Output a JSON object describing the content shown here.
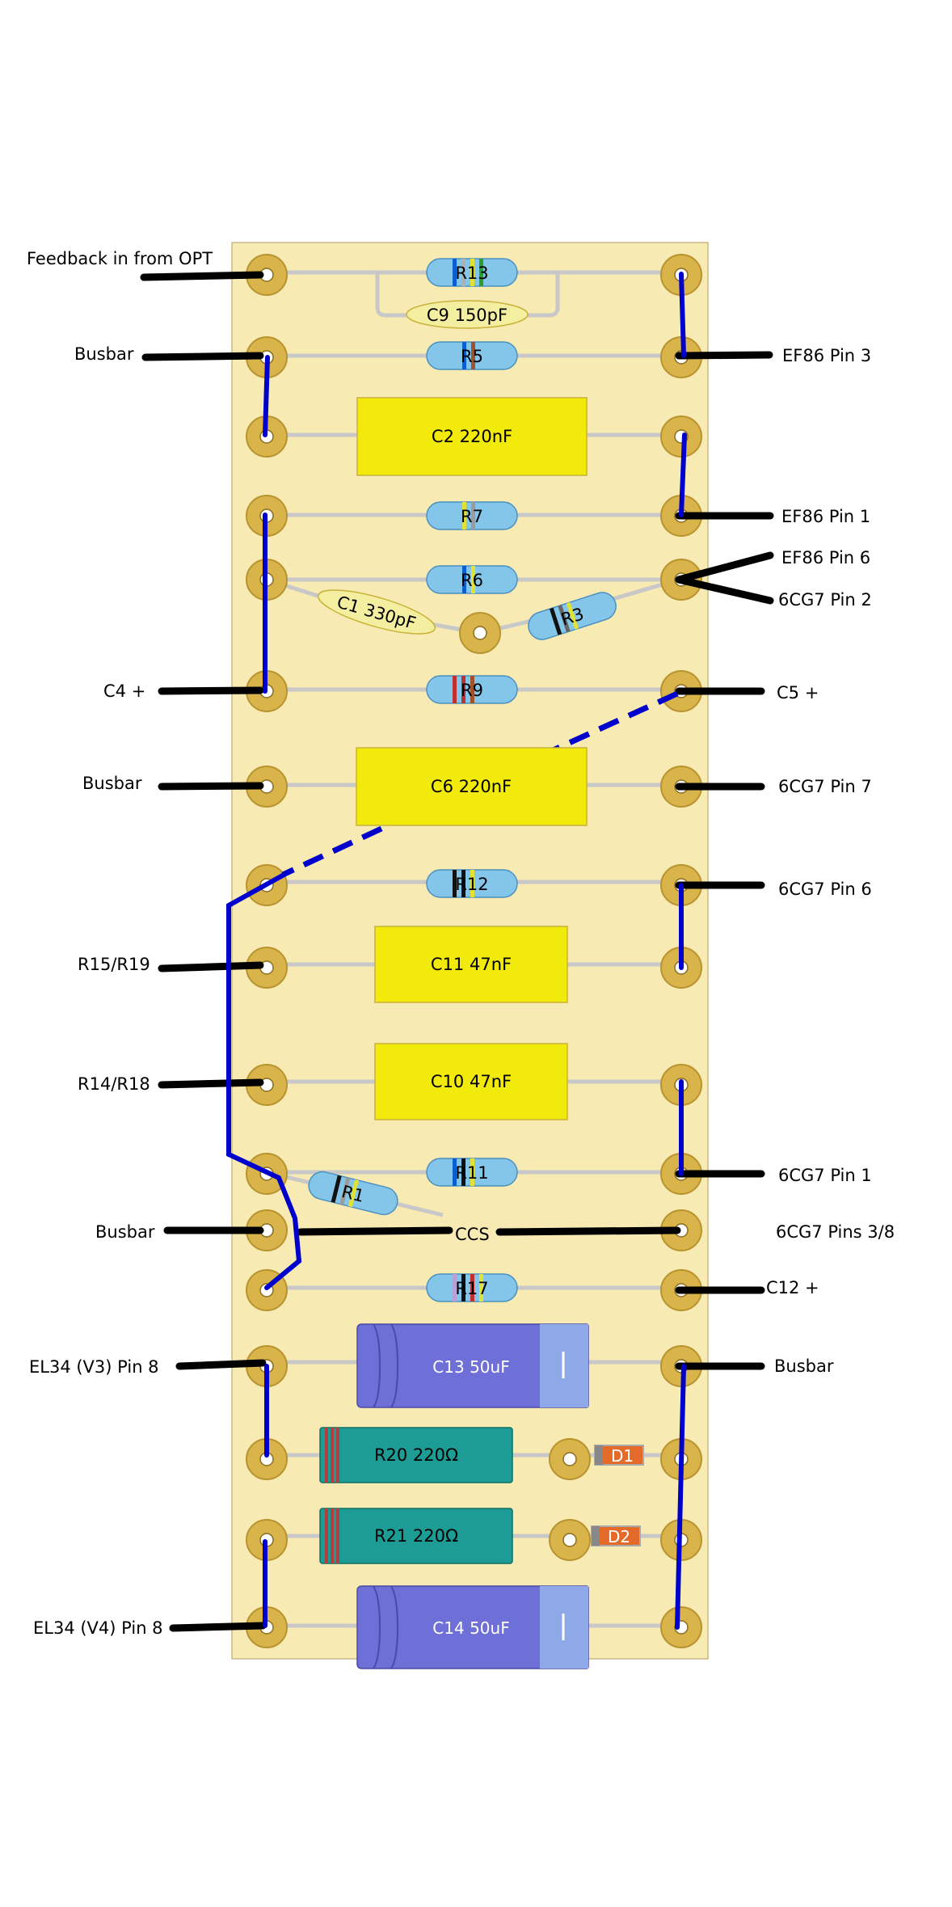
{
  "colors": {
    "board": "#f7eab3",
    "board_border": "#c8b98a",
    "pad": "#d9b44a",
    "pad_edge": "#b8932e",
    "wire": "#0000cc",
    "external_lead": "#000000",
    "lead": "#c8c8c8",
    "resistor_body": "#84c5ea",
    "film_cap": "#f2ea0a",
    "disc_cap": "#f4efa0",
    "electrolytic": "#6f6fd8",
    "power_resistor": "#1c9c94",
    "diode": "#e46a2a"
  },
  "left_labels": [
    {
      "id": "feedback",
      "text": "Feedback in from OPT"
    },
    {
      "id": "busbar1",
      "text": "Busbar"
    },
    {
      "id": "c4",
      "text": "C4 +"
    },
    {
      "id": "busbar2",
      "text": "Busbar"
    },
    {
      "id": "r15",
      "text": "R15/R19"
    },
    {
      "id": "r14",
      "text": "R14/R18"
    },
    {
      "id": "busbar3",
      "text": "Busbar"
    },
    {
      "id": "el34v3",
      "text": "EL34 (V3) Pin 8"
    },
    {
      "id": "el34v4",
      "text": "EL34 (V4) Pin 8"
    }
  ],
  "right_labels": [
    {
      "id": "ef86p3",
      "text": "EF86 Pin 3"
    },
    {
      "id": "ef86p1",
      "text": "EF86 Pin 1"
    },
    {
      "id": "ef86p6",
      "text": "EF86 Pin 6"
    },
    {
      "id": "cg7p2",
      "text": "6CG7 Pin 2"
    },
    {
      "id": "c5",
      "text": "C5 +"
    },
    {
      "id": "cg7p7",
      "text": "6CG7 Pin 7"
    },
    {
      "id": "cg7p6",
      "text": "6CG7 Pin 6"
    },
    {
      "id": "cg7p1",
      "text": "6CG7 Pin 1"
    },
    {
      "id": "cg7p38",
      "text": "6CG7 Pins 3/8"
    },
    {
      "id": "c12",
      "text": "C12 +"
    },
    {
      "id": "busbar4",
      "text": "Busbar"
    }
  ],
  "ccs_label": "CCS",
  "resistors": [
    {
      "id": "r13",
      "label": "R13"
    },
    {
      "id": "r5",
      "label": "R5"
    },
    {
      "id": "r7",
      "label": "R7"
    },
    {
      "id": "r6",
      "label": "R6"
    },
    {
      "id": "r3",
      "label": "R3"
    },
    {
      "id": "r9",
      "label": "R9"
    },
    {
      "id": "r12",
      "label": "R12"
    },
    {
      "id": "r11",
      "label": "R11"
    },
    {
      "id": "r1",
      "label": "R1"
    },
    {
      "id": "r17",
      "label": "R17"
    }
  ],
  "film_caps": [
    {
      "id": "c2",
      "label": "C2 220nF"
    },
    {
      "id": "c6",
      "label": "C6 220nF"
    },
    {
      "id": "c11",
      "label": "C11 47nF"
    },
    {
      "id": "c10",
      "label": "C10 47nF"
    }
  ],
  "disc_caps": [
    {
      "id": "c9",
      "label": "C9 150pF"
    },
    {
      "id": "c1",
      "label": "C1 330pF"
    }
  ],
  "electrolytics": [
    {
      "id": "c13",
      "label": "C13 50uF"
    },
    {
      "id": "c14",
      "label": "C14 50uF"
    }
  ],
  "power_resistors": [
    {
      "id": "r20",
      "label": "R20 220Ω"
    },
    {
      "id": "r21",
      "label": "R21 220Ω"
    }
  ],
  "diodes": [
    {
      "id": "d1",
      "label": "D1"
    },
    {
      "id": "d2",
      "label": "D2"
    }
  ]
}
